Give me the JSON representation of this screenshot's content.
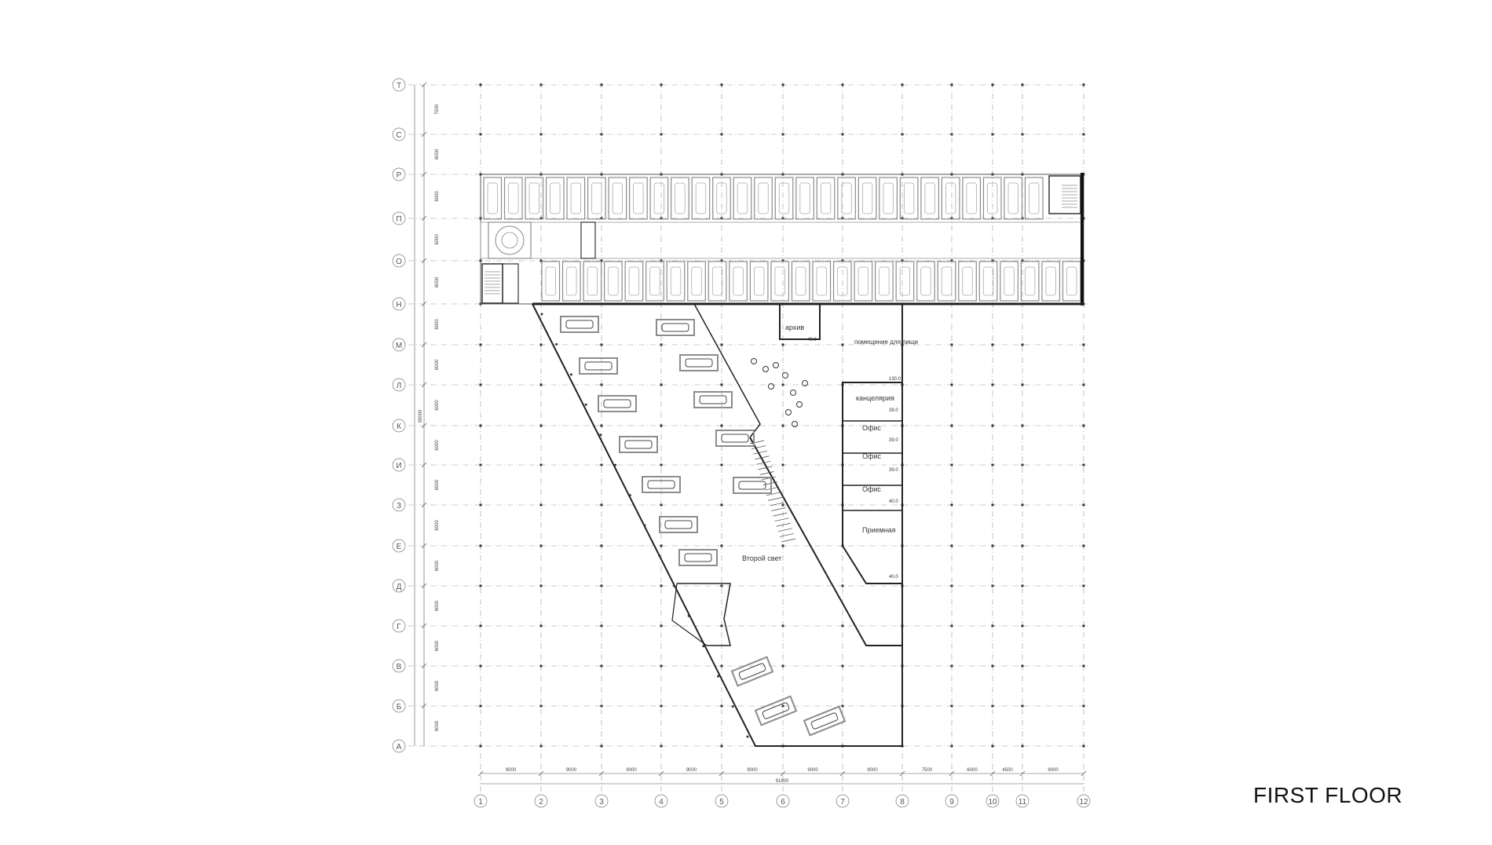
{
  "title": "FIRST FLOOR",
  "row_axes": [
    "Т",
    "С",
    "Р",
    "П",
    "О",
    "Н",
    "М",
    "Л",
    "К",
    "И",
    "З",
    "Е",
    "Д",
    "Г",
    "В",
    "Б",
    "А"
  ],
  "row_dims": [
    "7500",
    "6000",
    "6000",
    "6000",
    "6000",
    "6000",
    "6000",
    "6000",
    "6000",
    "6000",
    "6000",
    "6000",
    "6000",
    "6000",
    "6000",
    "6000"
  ],
  "total_height_dim": "99000",
  "column_axes": [
    "1",
    "2",
    "3",
    "4",
    "5",
    "6",
    "7",
    "8",
    "9",
    "10",
    "11",
    "12"
  ],
  "column_dims": [
    "9000",
    "9000",
    "9000",
    "9000",
    "9000",
    "9000",
    "9000",
    "7500",
    "6000",
    "4500",
    "9000"
  ],
  "total_width_dim": "91800",
  "rooms": [
    {
      "label": "архив",
      "area": "40.0"
    },
    {
      "label": "помещение для пищи",
      "area": "130.0"
    },
    {
      "label": "канцелярия",
      "area": "39.0"
    },
    {
      "label": "Офис",
      "area": "39.0"
    },
    {
      "label": "Офис",
      "area": "39.0"
    },
    {
      "label": "Офис",
      "area": "40.0"
    },
    {
      "label": "Приемная",
      "area": "40.0"
    },
    {
      "label": "Второй свет",
      "area": ""
    }
  ],
  "colors": {
    "line": "#222222",
    "grid": "#9a9a9a",
    "parking": "#8c8c8c"
  }
}
